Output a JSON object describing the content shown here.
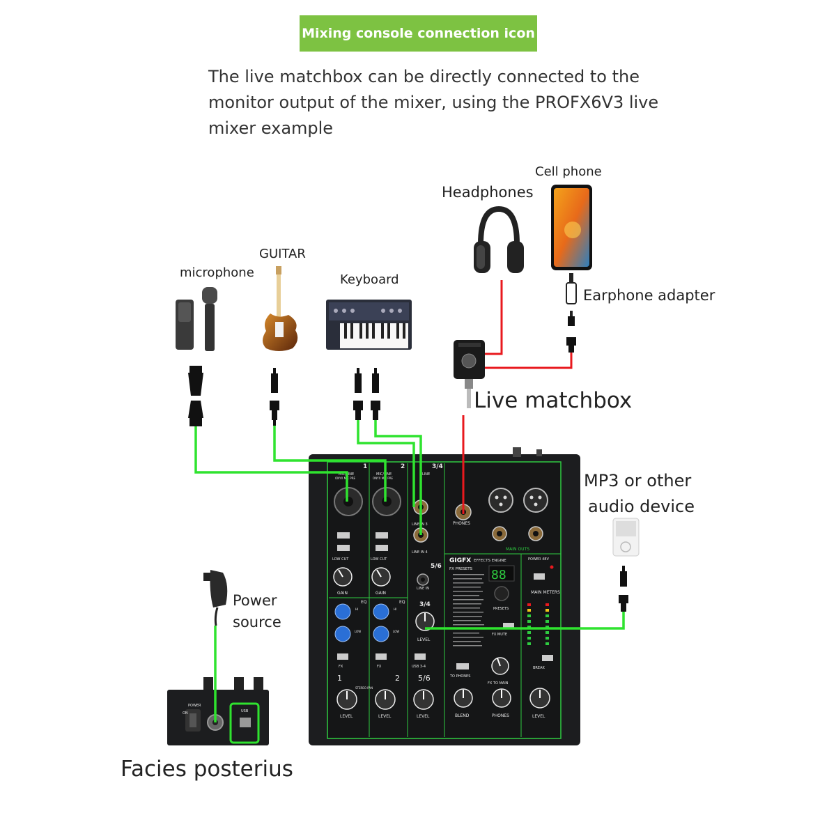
{
  "header": {
    "banner": "Mixing console connection icon",
    "intro": "The live matchbox can be directly connected to the monitor output of the mixer, using the PROFX6V3 live mixer example"
  },
  "devices": {
    "microphone": "microphone",
    "guitar": "GUITAR",
    "keyboard": "Keyboard",
    "headphones": "Headphones",
    "cell_phone": "Cell phone",
    "earphone_adapter": "Earphone adapter",
    "live_matchbox": "Live matchbox",
    "mp3_line1": "MP3 or other",
    "mp3_line2": "audio device",
    "power_line1": "Power",
    "power_line2": "source",
    "rear_panel": "Facies posterius"
  },
  "mixer": {
    "ch1": "1",
    "ch2": "2",
    "ch34": "3/4",
    "ch56": "5/6",
    "mic_line": "MIC/LINE",
    "line": "LINE",
    "onyx_pre": "ONYX MIC PRE",
    "line_in_3": "LINE IN 3",
    "line_in_4": "LINE IN 4",
    "line_in": "LINE IN",
    "phones": "PHONES",
    "main_outs": "MAIN OUTS",
    "low_cut": "LOW CUT",
    "gain": "GAIN",
    "eq": "EQ",
    "hi": "HI",
    "low": "LOW",
    "fx": "FX",
    "level": "LEVEL",
    "stereo_pan": "STEREO PAN",
    "usb34": "USB 3-4",
    "to_phones": "TO PHONES",
    "blend": "BLEND",
    "fx_to_main": "FX TO MAIN",
    "gig_fx": "GIGFX",
    "effects_engine": "EFFECTS ENGINE",
    "fx_presets": "FX PRESETS",
    "presets": "PRESETS",
    "fx_mute": "FX MUTE",
    "power_48v": "POWER 48V",
    "main_meters": "MAIN METERS",
    "break": "BREAK",
    "display": "88",
    "rear_power": "POWER",
    "rear_on": "ON",
    "rear_usb": "USB"
  },
  "colors": {
    "banner": "#7dc242",
    "green_cable": "#2fe32f",
    "red_cable": "#e8191e",
    "panel": "#1c1d1f",
    "panel_accent": "#2ecc40",
    "knob_blue": "#2a6fd6"
  }
}
